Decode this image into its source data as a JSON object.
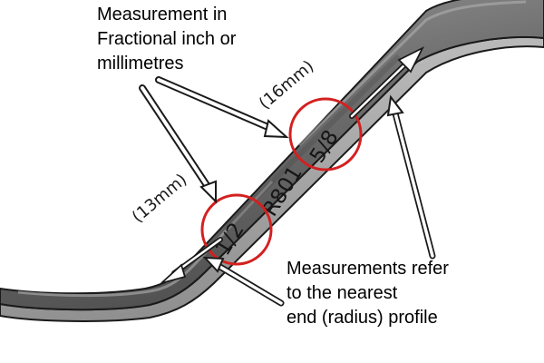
{
  "annotations": {
    "measurement_note": "Measurement in\nFractional inch or\nmillimetres",
    "profile_note": "Measurements refer\nto the nearest\nend (radius) profile"
  },
  "spanner": {
    "size_small_fraction": "1/2",
    "size_large_fraction": "5/8",
    "model_code": "R801",
    "size_small_metric": "(13mm)",
    "size_large_metric": "(16mm)"
  },
  "colors": {
    "highlight_circle": "#d42020",
    "metal_body": "#6e6e6e",
    "arrow_fill": "#ffffff",
    "outline": "#1a1a1a"
  }
}
